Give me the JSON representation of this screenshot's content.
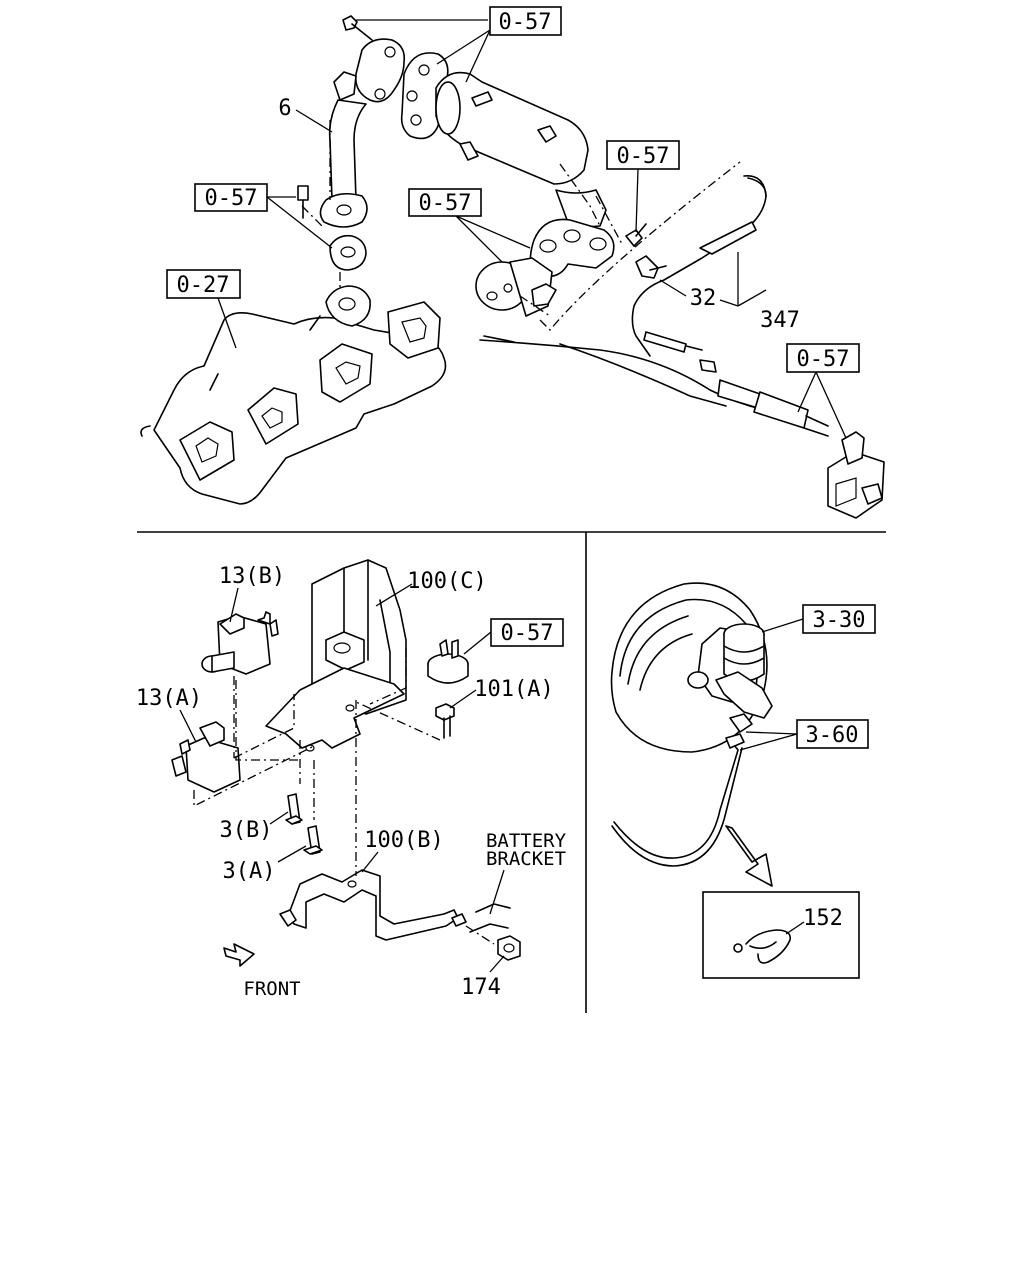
{
  "callouts": {
    "ref_0_57": "0-57",
    "ref_0_27": "0-27",
    "ref_3_30": "3-30",
    "ref_3_60": "3-60",
    "part_6": "6",
    "part_32": "32",
    "part_347": "347",
    "part_13b": "13(B)",
    "part_13a": "13(A)",
    "part_100c": "100(C)",
    "part_101a": "101(A)",
    "part_3b": "3(B)",
    "part_3a": "3(A)",
    "part_100b": "100(B)",
    "part_174": "174",
    "part_152": "152"
  },
  "annotations": {
    "battery_line1": "BATTERY",
    "battery_line2": "BRACKET",
    "front": "FRONT"
  }
}
